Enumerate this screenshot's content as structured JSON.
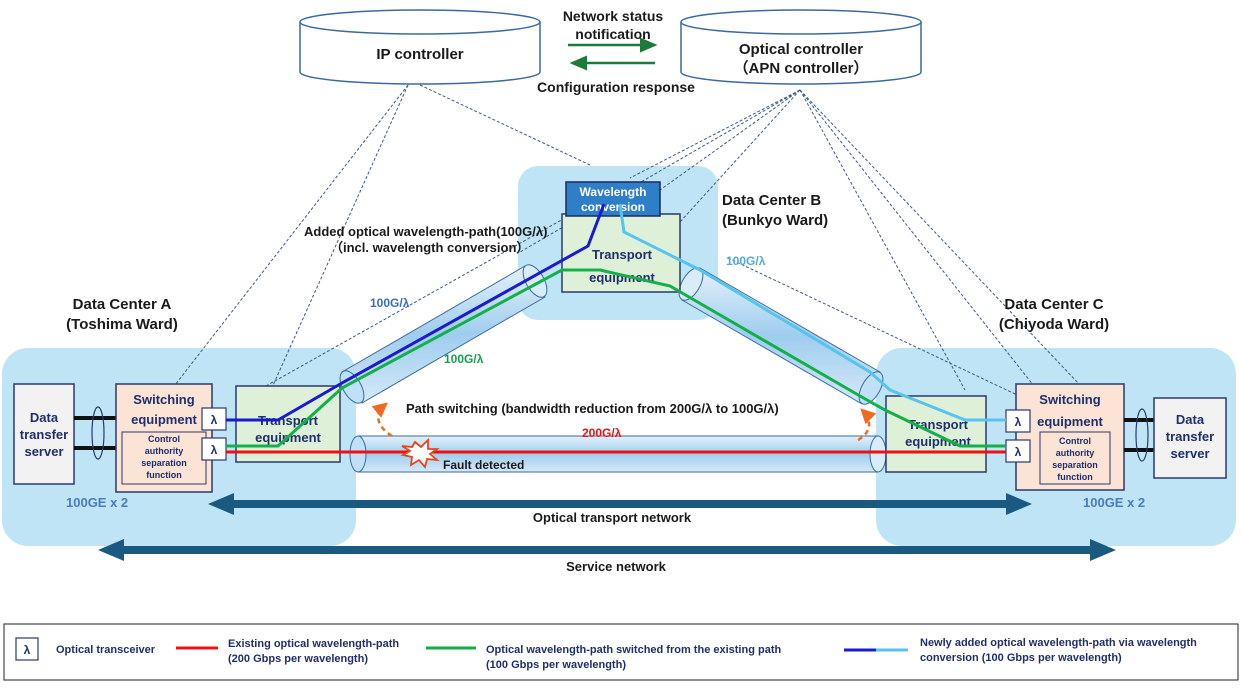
{
  "controllers": {
    "ip": "IP controller",
    "optical_line1": "Optical controller",
    "optical_line2": "（APN controller）",
    "notification_line1": "Network status",
    "notification_line2": "notification",
    "response": "Configuration response"
  },
  "datacenters": {
    "a": {
      "line1": "Data Center A",
      "line2": "(Toshima Ward)"
    },
    "b": {
      "line1": "Data Center B",
      "line2": "(Bunkyo Ward)"
    },
    "c": {
      "line1": "Data Center C",
      "line2": "(Chiyoda Ward)"
    }
  },
  "equipment": {
    "server_line1": "Data",
    "server_line2": "transfer",
    "server_line3": "server",
    "switch_line1": "Switching",
    "switch_line2": "equipment",
    "control_line1": "Control",
    "control_line2": "authority",
    "control_line3": "separation",
    "control_line4": "function",
    "transport_line1": "Transport",
    "transport_line2": "equipment",
    "wavelength_line1": "Wavelength",
    "wavelength_line2": "conversion",
    "lambda": "λ"
  },
  "labels": {
    "added_path_line1": "Added optical wavelength-path(100G/λ)",
    "added_path_line2": "（incl. wavelength conversion）",
    "rate_blue_left": "100G/λ",
    "rate_blue_right": "100G/λ",
    "rate_green": "100G/λ",
    "rate_red": "200G/λ",
    "path_switching": "Path switching (bandwidth reduction from 200G/λ to 100G/λ)",
    "fault": "Fault detected",
    "ge_left": "100GE x 2",
    "ge_right": "100GE x 2",
    "optical_transport_network": "Optical transport network",
    "service_network": "Service network"
  },
  "legend": {
    "transceiver": "Optical transceiver",
    "existing_line1": "Existing optical wavelength-path",
    "existing_line2": "(200 Gbps per wavelength)",
    "switched_line1": "Optical wavelength-path switched from the existing path",
    "switched_line2": "(100 Gbps per wavelength)",
    "new_line1": "Newly added optical wavelength-path via wavelength",
    "new_line2": "conversion (100 Gbps per wavelength)"
  },
  "colors": {
    "existing_path": "#ee1111",
    "switched_path": "#13b04a",
    "new_path_dark": "#1a1ad0",
    "new_path_light": "#55c4ee",
    "network_arrow": "#1a5a80"
  }
}
